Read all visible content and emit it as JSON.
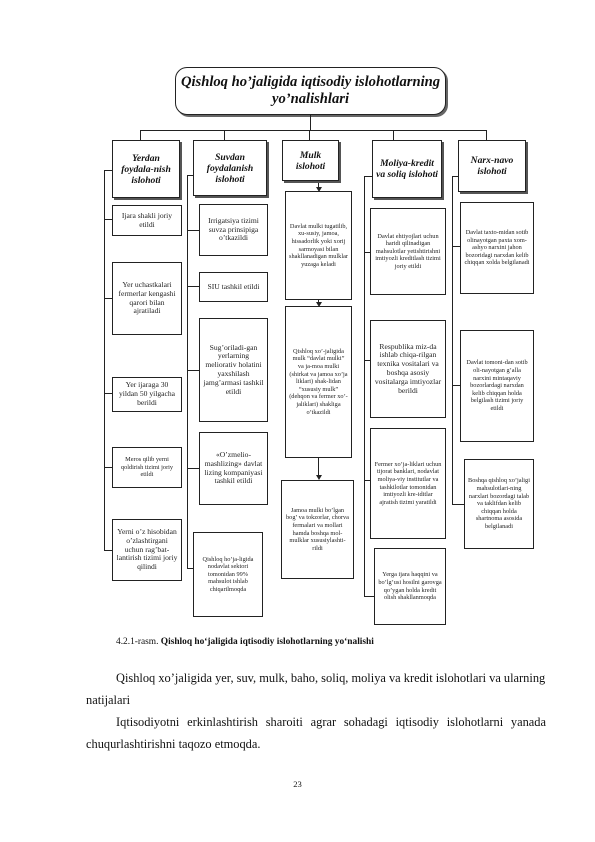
{
  "diagram": {
    "title_line1": "Qishloq ho’jaligida iqtisodiy islohotlarning",
    "title_line2": "yo’nalishlari",
    "columns": [
      {
        "header": "Yerdan foydala-nish islohoti",
        "items": [
          "Ijara shakli joriy etildi",
          "Yer uchastkalari fermerlar kengashi qarori bilan ajratiladi",
          "Yer ijaraga 30 yildan 50 yilgacha berildi",
          "Meros qilib yerni qoldirish tizimi joriy etildi",
          "Yerni o’z hisobidan o’zlashtirgani uchun rag’bat-lantirish tizimi joriy qilindi"
        ]
      },
      {
        "header": "Suvdan foydalanish islohoti",
        "items": [
          "Irrigatsiya tizimi suvza prinsipiga o’tkazildi",
          "SIU tashkil etildi",
          "Sug’oriladi-gan yerlarning meliorativ holatini yaxshilash jamg’armasi tashkil etildi",
          "«O’zmelio-mashlizing» davlat lizing kompaniyasi tashkil etildi",
          "Qishloq ho’ja-ligida nodavlat sektori tomonidan 99% mahsulot ishlab chiqarilmoqda"
        ]
      },
      {
        "header": "Mulk islohoti",
        "items": [
          "Davlat mulki tugatilib, xu-susiy, jamoa, hissadorlik yoki xorij sarmoyasi bilan shakllanadigan mulklar yuzaga keladi",
          "Qishloq xo’-jaligida mulk “davlat mulki” va ja-moa mulki (shirkat va jamoa xo’ja liklari) shak-lidan “xususiy mulk” (dehqon va fermer xo’-jaliklari) shakliga o’tkazildi",
          "Jamoa mulki bo’lgan bog’ va tokzorlar, chorva fermalari va mollari hamda boshqa mol-mulklar xususiylashti-rildi"
        ]
      },
      {
        "header": "Moliya-kredit va soliq islohoti",
        "items": [
          "Davlat ehtiyojlari uchun haridi qilinadigan mahsulotlar yetishtirishni imtiyozli kreditlash tizimi joriy etildi",
          "Respublika miz-da ishlab chiqa-rilgan texnika vositalari va boshqa asosiy vositalarga imtiyozlar berildi",
          "Fermer xo’ja-liklari uchun tijorat banklari, nodavlat moliya-viy institutlar va tashkilotlar tomonidan imtiyozli kre-iditlar ajratish tizimi yaratildi",
          "Yerga ijara haqqini va bo’lg’usi hosilni garovga qo’ygan holda kredit olish shakllanmoqda"
        ]
      },
      {
        "header": "Narx-navo islohoti",
        "items": [
          "Davlat taxto-midan sotib olinayotgan paxta xom-ashyo narxini jahon bozoridagi narxdan kelib chiqqan xolda belgilanadi",
          "Davlat tomoni-dan sotib oli-nayotgan g’alla narxini mintaqaviy bozorlardagi narxdan kelib chiqqan holda belgilash tizimi joriy etildi",
          "Boshqa qishloq xo’jaligi mahsulotlari-ning narxlari bozordagi talab va taklifdan kelib chiqqan holda shartnoma asosida belgilanadi"
        ]
      }
    ]
  },
  "caption": {
    "number": "4.2.1-rasm.",
    "text": "Qishloq ho‘jaligida iqtisodiy islohotlarning yo‘nalishi"
  },
  "paragraphs": [
    "Qishloq xo’jaligida yer, suv, mulk, baho, soliq, moliya va kredit islohotlari va ularning natijalari",
    "Iqtisodiyotni erkinlashtirish sharoiti agrar sohadagi iqtisodiy islohotlarni yanada chuqurlashtirishni taqozo etmoqda."
  ],
  "page_number": "23"
}
